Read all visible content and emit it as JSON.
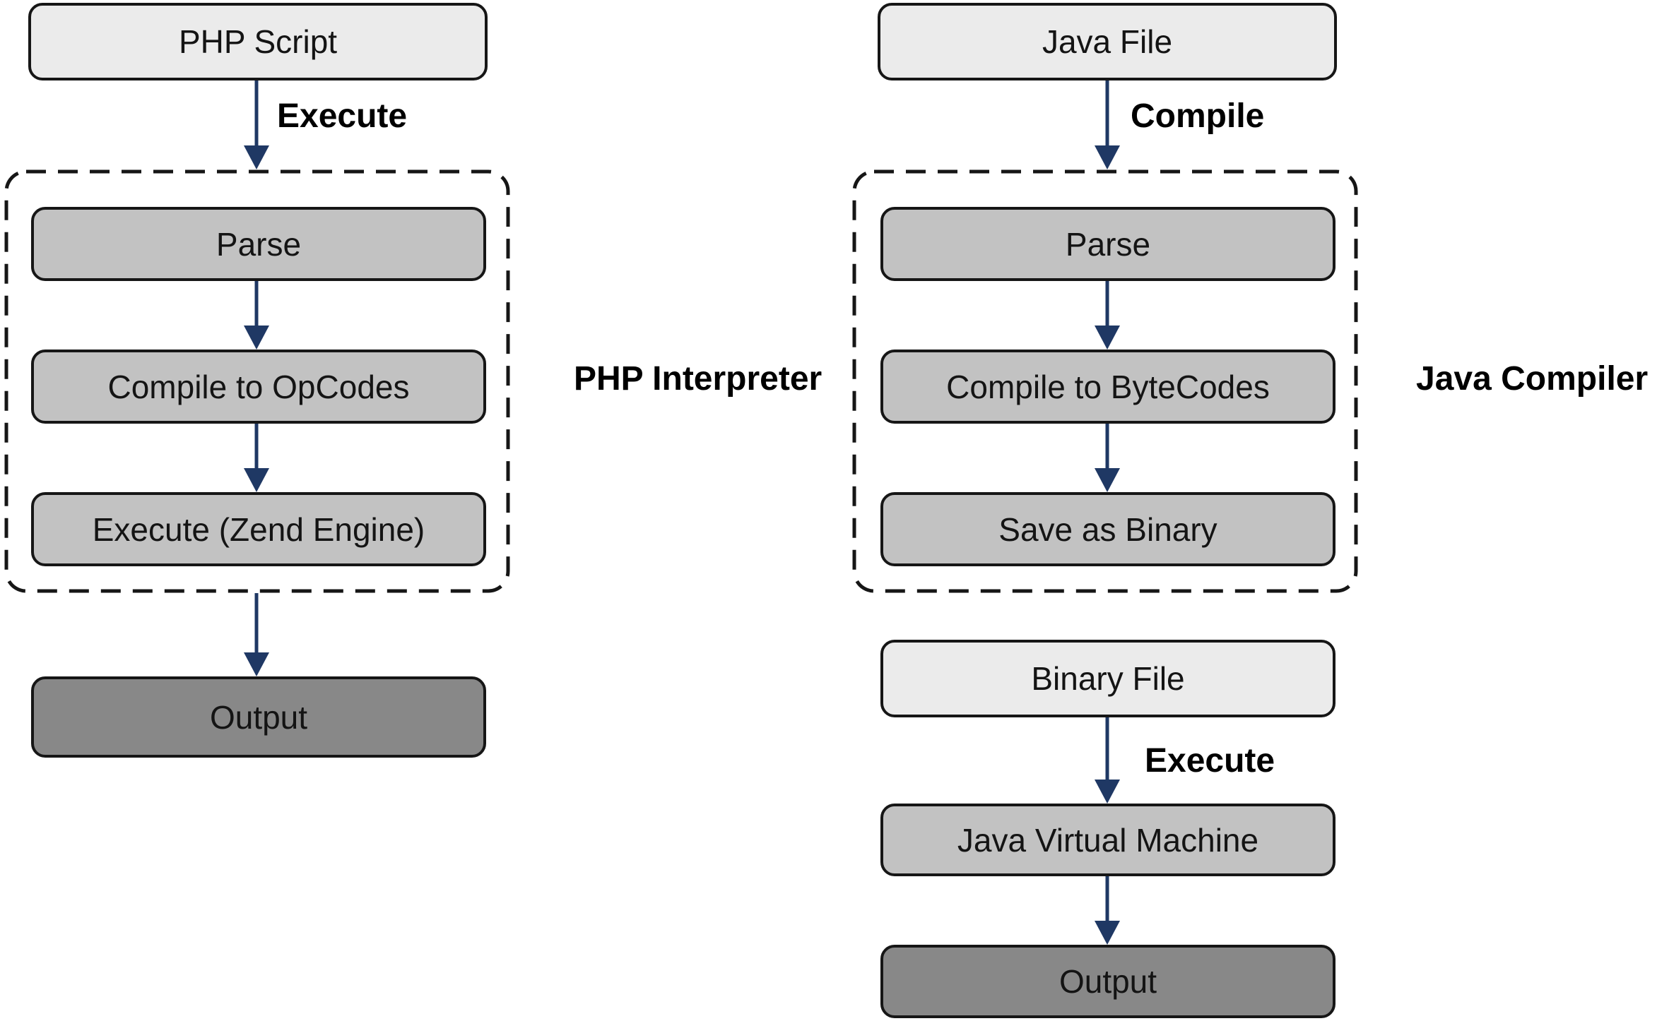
{
  "colors": {
    "light_fill": "#ebebeb",
    "medium_fill": "#c2c2c2",
    "dark_fill": "#888888",
    "box_border": "#161616",
    "arrow": "#1f3864",
    "background": "#ffffff"
  },
  "php_flow": {
    "source": "PHP Script",
    "edge_execute": "Execute",
    "container": "PHP Interpreter",
    "steps": [
      "Parse",
      "Compile to OpCodes",
      "Execute (Zend Engine)"
    ],
    "output": "Output"
  },
  "java_flow": {
    "source": "Java File",
    "edge_compile": "Compile",
    "container": "Java Compiler",
    "steps": [
      "Parse",
      "Compile to ByteCodes",
      "Save as Binary"
    ],
    "binary": "Binary File",
    "edge_execute": "Execute",
    "vm": "Java Virtual Machine",
    "output": "Output"
  }
}
